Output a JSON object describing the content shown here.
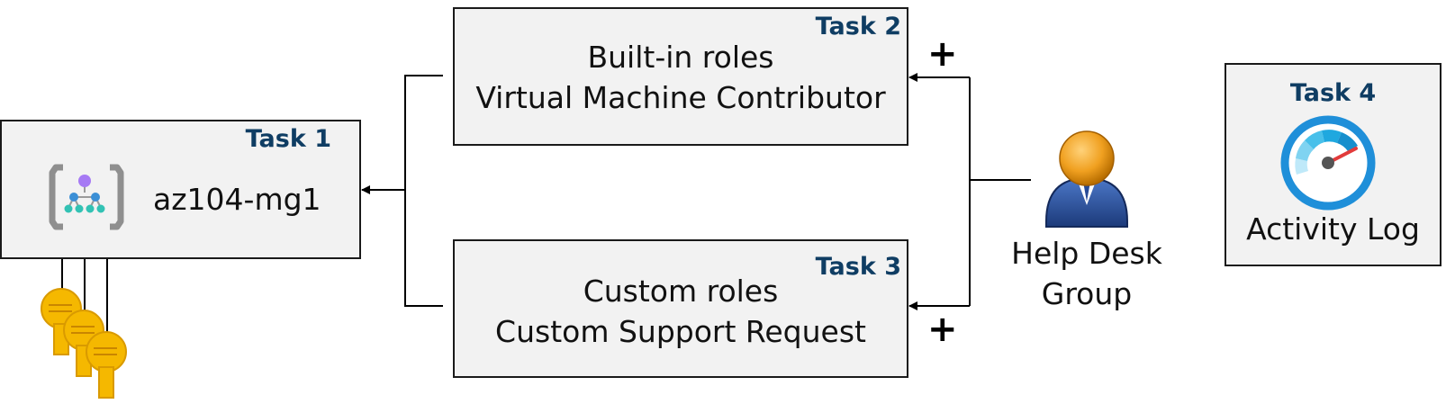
{
  "task1": {
    "label": "Task 1",
    "name": "az104-mg1",
    "icon": "management-group-icon"
  },
  "task2": {
    "label": "Task 2",
    "line1": "Built-in roles",
    "line2": "Virtual Machine Contributor"
  },
  "task3": {
    "label": "Task 3",
    "line1": "Custom roles",
    "line2": "Custom Support Request"
  },
  "task4": {
    "label": "Task 4",
    "name": "Activity Log",
    "icon": "gauge-icon"
  },
  "group": {
    "line1": "Help Desk",
    "line2": "Group",
    "icon": "user-icon"
  },
  "plus": "+",
  "keys_icon": "key-icon",
  "colors": {
    "task_label": "#0f3d63",
    "box_fill": "#f2f2f2",
    "box_border": "#1a1a1a"
  }
}
